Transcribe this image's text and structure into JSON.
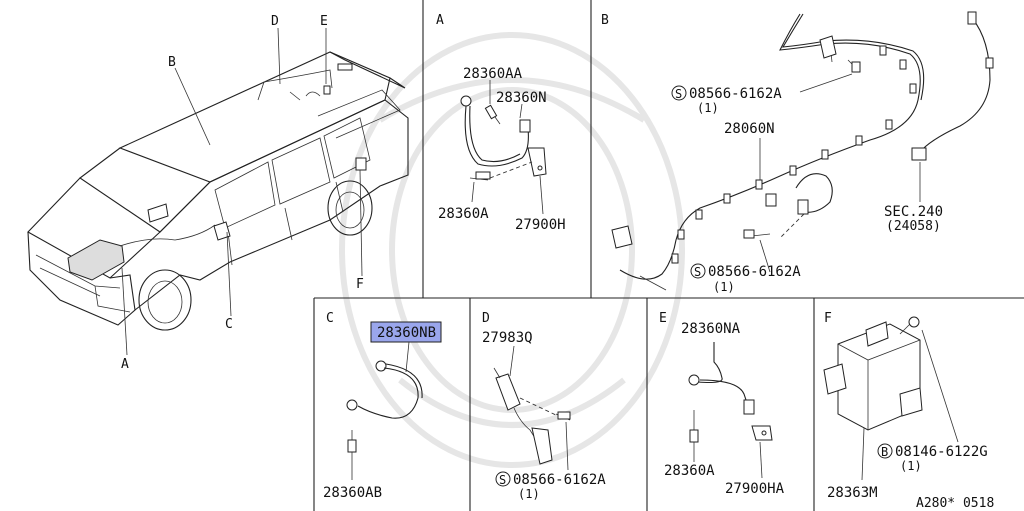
{
  "panels": {
    "A": "A",
    "B": "B",
    "C": "C",
    "D": "D",
    "E": "E",
    "F": "F"
  },
  "car_callouts": {
    "A": "A",
    "B": "B",
    "C": "C",
    "D": "D",
    "E": "E",
    "F": "F"
  },
  "parts": {
    "p28360AA": "28360AA",
    "p28360N": "28360N",
    "p28360A_a": "28360A",
    "p27900H": "27900H",
    "p08566_b1": "08566-6162A",
    "p08566_b1_qty": "(1)",
    "p28060N": "28060N",
    "p08566_b2": "08566-6162A",
    "p08566_b2_qty": "(1)",
    "sec240": "SEC.240",
    "sec240_ref": "(24058)",
    "p28360NB": "28360NB",
    "p28360AB": "28360AB",
    "p27983Q": "27983Q",
    "p08566_d": "08566-6162A",
    "p08566_d_qty": "(1)",
    "p28360NA": "28360NA",
    "p28360A_e": "28360A",
    "p27900HA": "27900HA",
    "p08146": "08146-6122G",
    "p08146_qty": "(1)",
    "p28363M": "28363M"
  },
  "symbols": {
    "s_prefix": "S",
    "b_prefix": "B"
  },
  "footer": {
    "code": "A280* 0518"
  },
  "colors": {
    "highlight": "#9aa6ec",
    "line": "#222222"
  }
}
